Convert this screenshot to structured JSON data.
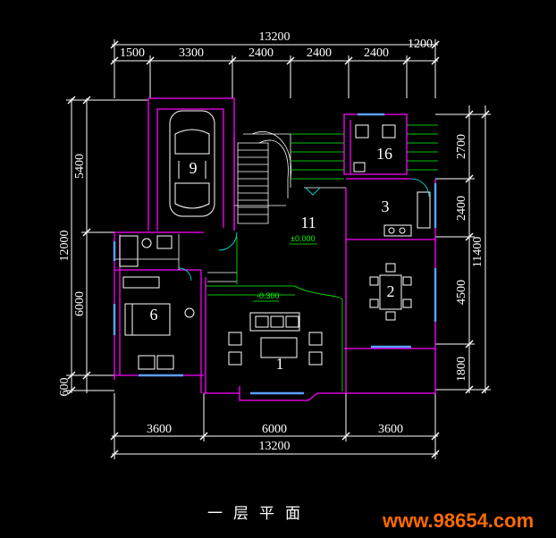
{
  "dimensions": {
    "top_total": "13200",
    "top_segments": [
      "1500",
      "3300",
      "2400",
      "2400",
      "2400",
      "1200"
    ],
    "bottom_segments": [
      "3600",
      "6000",
      "3600"
    ],
    "bottom_total": "13200",
    "left_outer": [
      "12000",
      "600"
    ],
    "left_inner": [
      "5400",
      "6000"
    ],
    "right_inner": [
      "2700",
      "2400",
      "4500",
      "1800"
    ],
    "right_outer": "11400"
  },
  "rooms": {
    "living": "1",
    "dining": "2",
    "kitchen": "3",
    "bedroom": "6",
    "garage": "9",
    "hall": "11",
    "storage": "16"
  },
  "levels": {
    "main": "±0.000",
    "lower": "-0.300"
  },
  "plan_title": "一层平面",
  "watermark": "www.98654.com"
}
